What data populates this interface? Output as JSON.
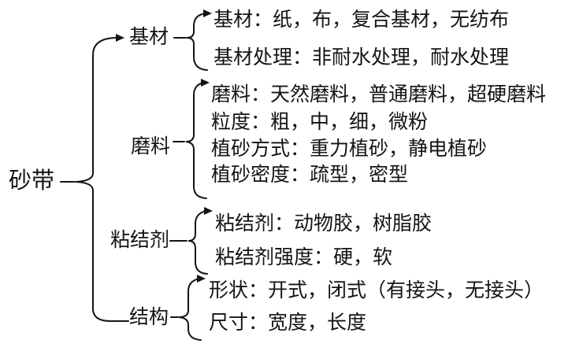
{
  "figure": {
    "type": "bracket-tree-diagram",
    "background": "#ffffff",
    "ink": "#141414"
  },
  "icons": {
    "arrowhead": "right-arrow"
  },
  "root": {
    "label": "砂带"
  },
  "groups": [
    {
      "label": "基材",
      "items": [
        "基材：纸，布，复合基材，无纺布",
        "基材处理：非耐水处理，耐水处理"
      ]
    },
    {
      "label": "磨料",
      "items": [
        "磨料：天然磨料，普通磨料，超硬磨料",
        "粒度：粗，中，细，微粉",
        "植砂方式：重力植砂，静电植砂",
        "植砂密度：疏型，密型"
      ]
    },
    {
      "label": "粘结剂",
      "items": [
        "粘结剂：动物胶，树脂胶",
        "粘结剂强度：硬，软"
      ]
    },
    {
      "label": "结构",
      "items": [
        "形状：开式，闭式（有接头，无接头）",
        "尺寸：宽度，长度"
      ]
    }
  ]
}
